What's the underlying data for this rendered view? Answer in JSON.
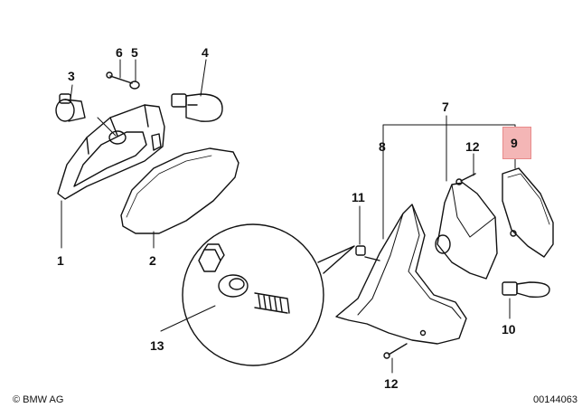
{
  "callouts": {
    "c1": "1",
    "c2": "2",
    "c3": "3",
    "c4": "4",
    "c5": "5",
    "c6": "6",
    "c7": "7",
    "c8": "8",
    "c9": "9",
    "c10": "10",
    "c11": "11",
    "c12a": "12",
    "c12b": "12",
    "c13": "13"
  },
  "footer": {
    "brand": "BMW AG",
    "drawing_number": "00144063"
  },
  "colors": {
    "line": "#111111",
    "highlight": "#f4b6b6"
  },
  "highlighted_part": "9"
}
